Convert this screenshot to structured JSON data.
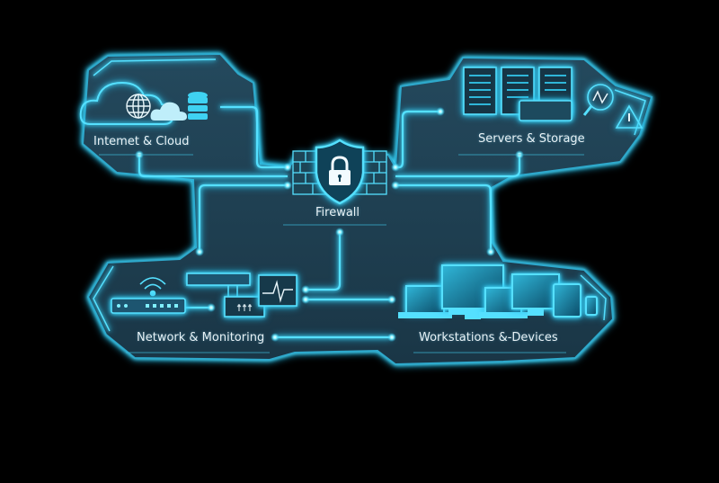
{
  "diagram": {
    "type": "network-architecture",
    "background": "#000000",
    "panel_fill": "#1f3f52",
    "accent": "#55e0ff",
    "accent_dark": "#1aa6cf",
    "text_color": "#e8f2f6",
    "nodes": [
      {
        "id": "internet-cloud",
        "label": "Intemet & Cloud",
        "icons": [
          "cloud-icon",
          "globe-icon",
          "small-cloud-icon",
          "database-icon"
        ]
      },
      {
        "id": "servers-storage",
        "label": "Servers & Storage",
        "icons": [
          "server-rack-icon",
          "server-rack-icon",
          "server-rack-icon",
          "storage-unit-icon",
          "magnifier-chart-icon",
          "warning-icon"
        ]
      },
      {
        "id": "firewall",
        "label": "Firewall",
        "icons": [
          "brick-wall-icon",
          "shield-icon",
          "padlock-icon"
        ]
      },
      {
        "id": "network-monitoring",
        "label": "Network & Monitoring",
        "icons": [
          "wifi-icon",
          "router-icon",
          "switch-icon",
          "users-panel-icon",
          "heartbeat-monitor-icon"
        ]
      },
      {
        "id": "workstations-devices",
        "label": "Workstations &-Devices",
        "icons": [
          "laptop-icon",
          "desktop-monitor-icon",
          "laptop-icon",
          "desktop-monitor-icon",
          "tablet-icon",
          "phone-icon"
        ]
      }
    ],
    "edges": [
      {
        "from": "internet-cloud",
        "to": "firewall"
      },
      {
        "from": "servers-storage",
        "to": "firewall"
      },
      {
        "from": "firewall",
        "to": "network-monitoring"
      },
      {
        "from": "firewall",
        "to": "workstations-devices"
      },
      {
        "from": "network-monitoring",
        "to": "workstations-devices"
      }
    ]
  },
  "labels": {
    "internet": "Intemet & Cloud",
    "servers": "Servers & Storage",
    "firewall": "Firewall",
    "network": "Network & Monitoring",
    "workstations": "Workstations &-Devices"
  }
}
